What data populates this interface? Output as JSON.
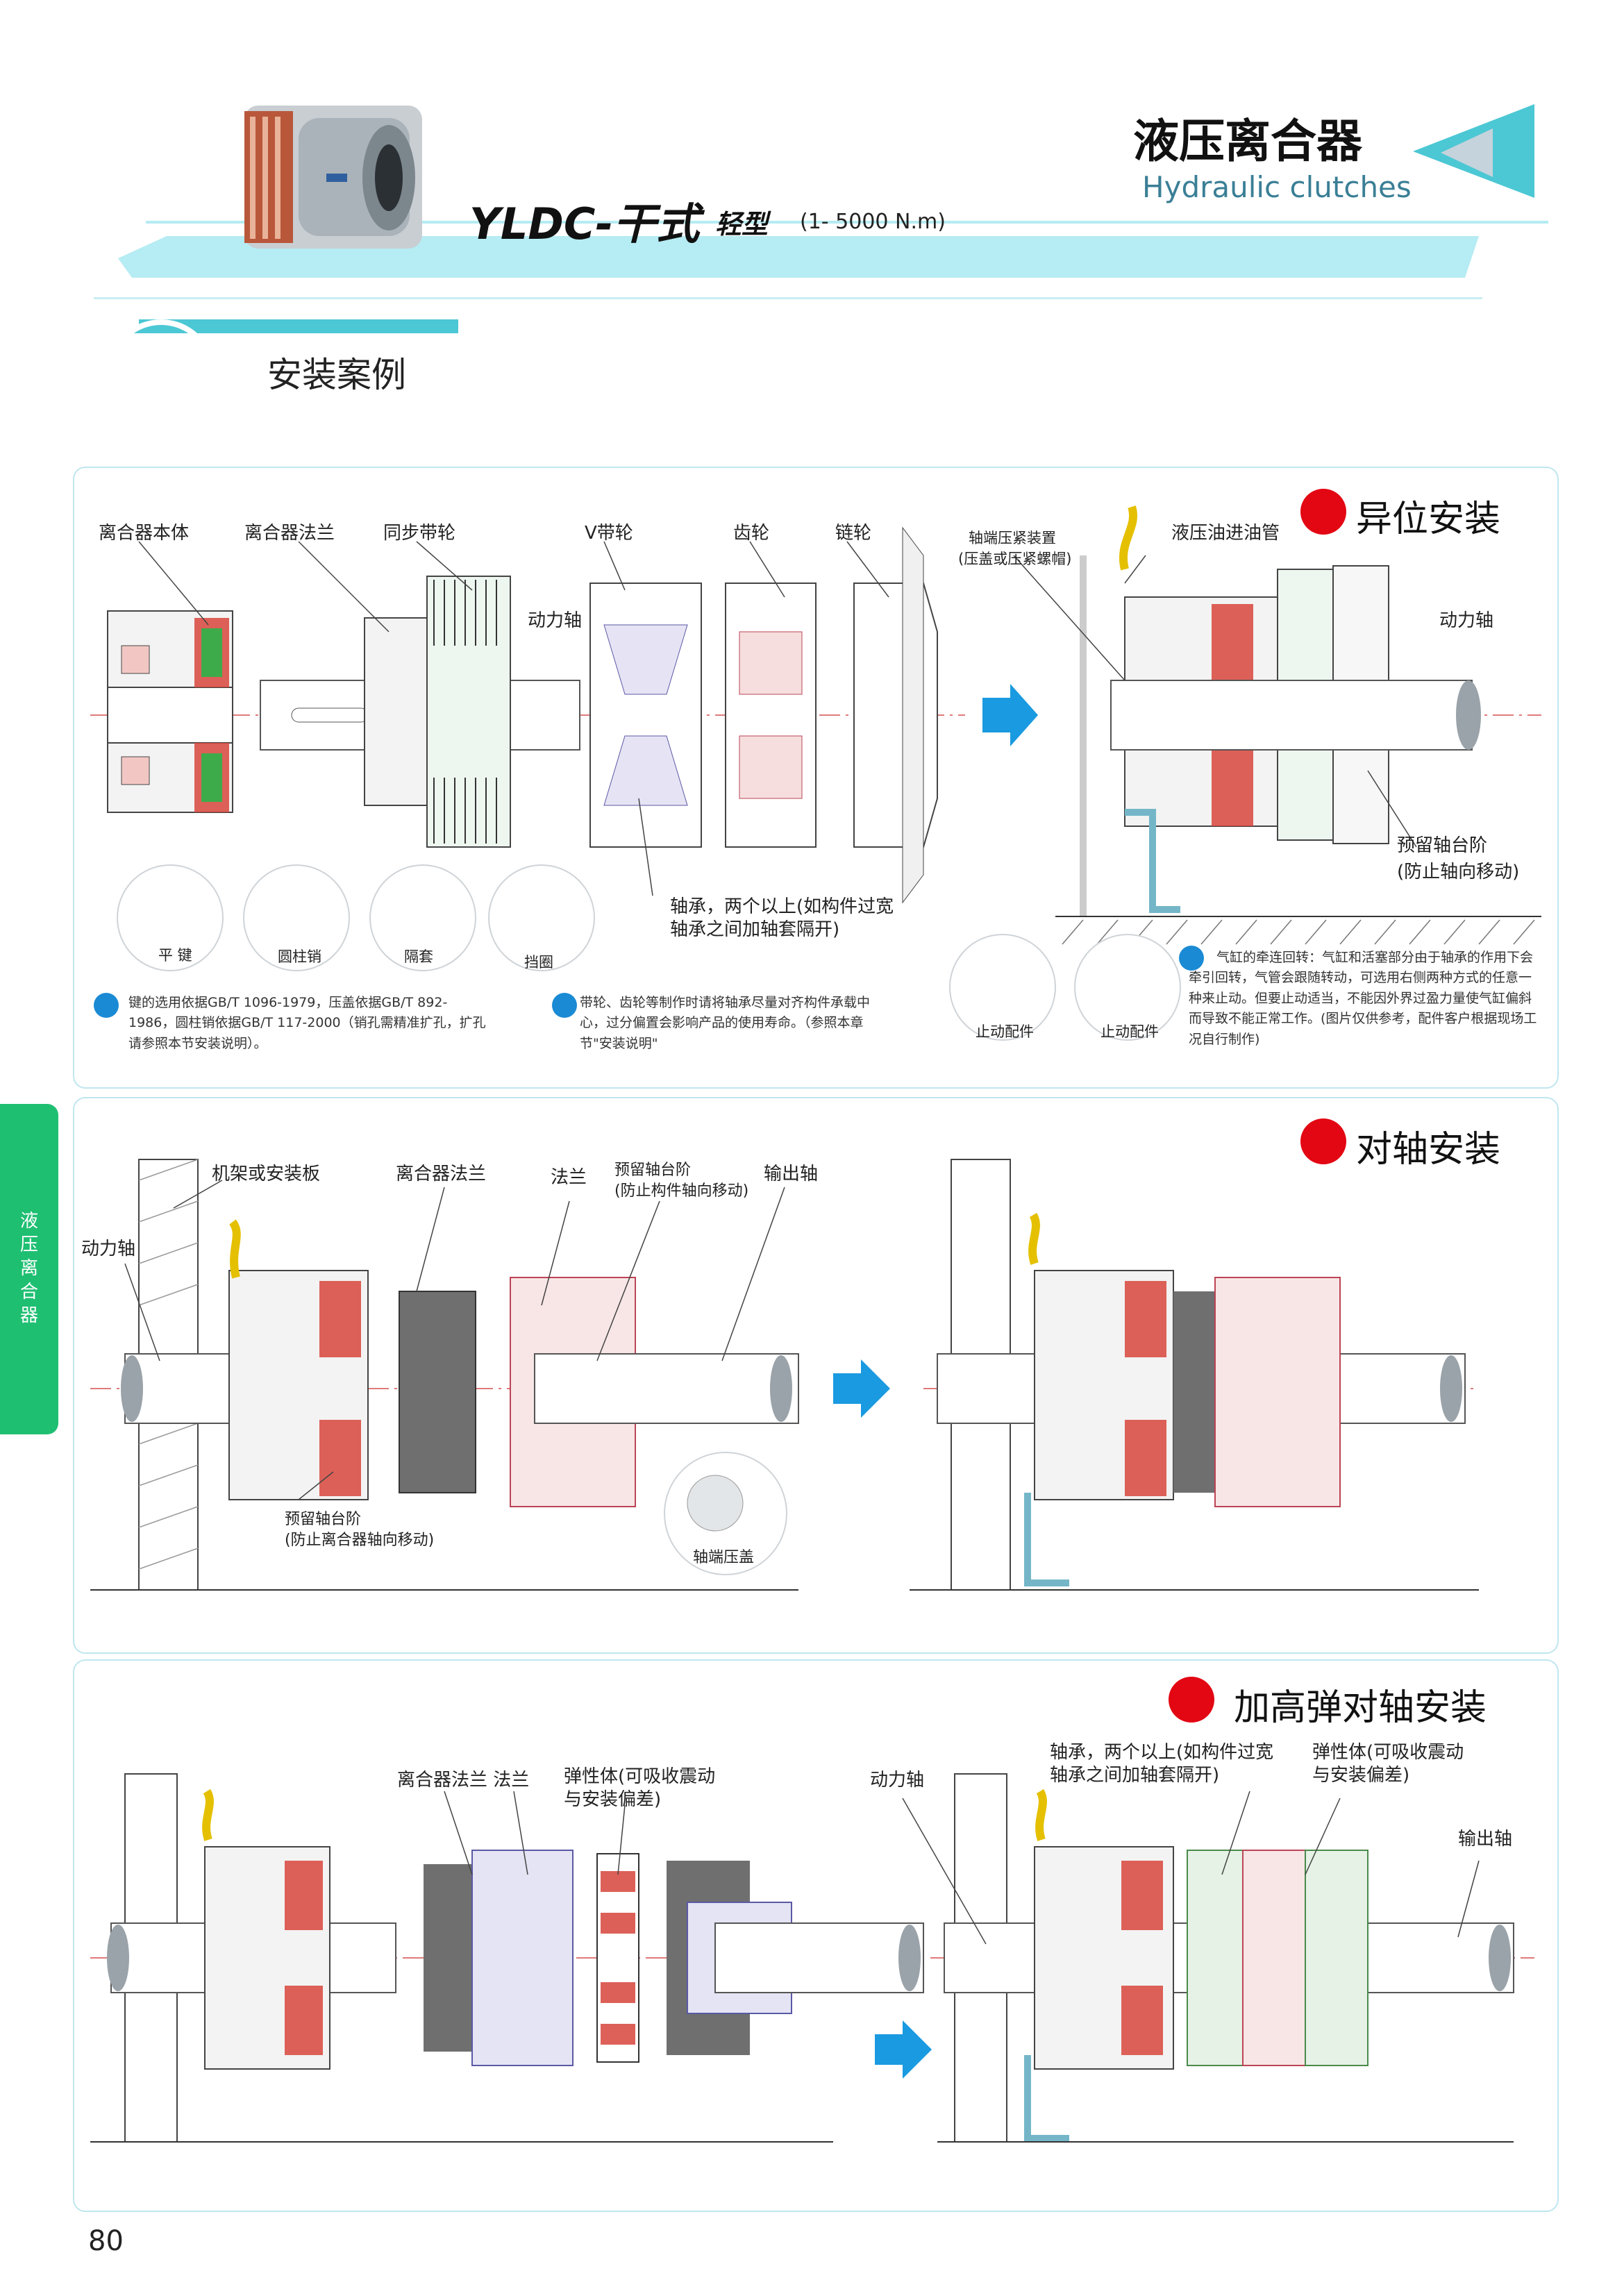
{
  "header": {
    "title_cn": "液压离合器",
    "title_en": "Hydraulic clutches",
    "model": "YLDC-干式",
    "model_sub": "轻型",
    "torque_range": "(1- 5000 N.m)"
  },
  "section_heading": "安装案例",
  "side_tab": [
    "液",
    "压",
    "离",
    "合",
    "器"
  ],
  "panel1": {
    "title": "异位安装",
    "labels": {
      "clutch_body": "离合器本体",
      "clutch_flange": "离合器法兰",
      "sync_pulley": "同步带轮",
      "v_pulley": "V带轮",
      "gear": "齿轮",
      "sprocket": "链轮",
      "power_shaft_left": "动力轴",
      "end_cap": "轴端压紧装置",
      "end_cap_sub": "(压盖或压紧螺帽)",
      "oil_pipe": "液压油进油管",
      "power_shaft_right": "动力轴",
      "bearing_note": "轴承，两个以上(如构件过宽轴承之间加轴套隔开)",
      "reserved_step": "预留轴台阶",
      "reserved_step_sub": "(防止轴向移动)"
    },
    "parts": [
      "平 键",
      "圆柱销",
      "隔套",
      "挡圈"
    ],
    "stop_parts": [
      "止动配件",
      "止动配件"
    ],
    "note_keys": "键的选用依据GB/T 1096-1979，压盖依据GB/T 892-1986，圆柱销依据GB/T 117-2000（销孔需精准扩孔，扩孔请参照本节安装说明）。",
    "note_pulley": "带轮、齿轮等制作时请将轴承尽量对齐构件承载中心，过分偏置会影响产品的使用寿命。（参照本章节\"安装说明\"",
    "note_cylinder": "气缸的牵连回转：气缸和活塞部分由于轴承的作用下会牵引回转，气管会跟随转动，可选用右侧两种方式的任意一种来止动。但要止动适当，不能因外界过盈力量使气缸偏斜而导致不能正常工作。(图片仅供参考，配件客户根据现场工况自行制作)"
  },
  "panel2": {
    "title": "对轴安装",
    "labels": {
      "frame": "机架或安装板",
      "clutch_flange": "离合器法兰",
      "flange": "法兰",
      "reserved_step": "预留轴台阶",
      "reserved_step_sub": "(防止构件轴向移动)",
      "output_shaft": "输出轴",
      "power_shaft": "动力轴",
      "reserved_step2": "预留轴台阶",
      "reserved_step2_sub": "(防止离合器轴向移动)",
      "end_cap": "轴端压盖"
    }
  },
  "panel3": {
    "title": "加高弹对轴安装",
    "labels": {
      "flanges": "离合器法兰 法兰",
      "elastic": "弹性体(可吸收震动与安装偏差)",
      "power_shaft": "动力轴",
      "bearing": "轴承，两个以上(如构件过宽轴承之间加轴套隔开)",
      "elastic2": "弹性体(可吸收震动与安装偏差)",
      "output_shaft": "输出轴"
    }
  },
  "page_number": "80",
  "colors": {
    "teal": "#4cc7d4",
    "teal_light": "#b6ecf3",
    "red": "#e30613",
    "blue_arrow": "#1a9ae0",
    "green_tab": "#1fbf72"
  }
}
